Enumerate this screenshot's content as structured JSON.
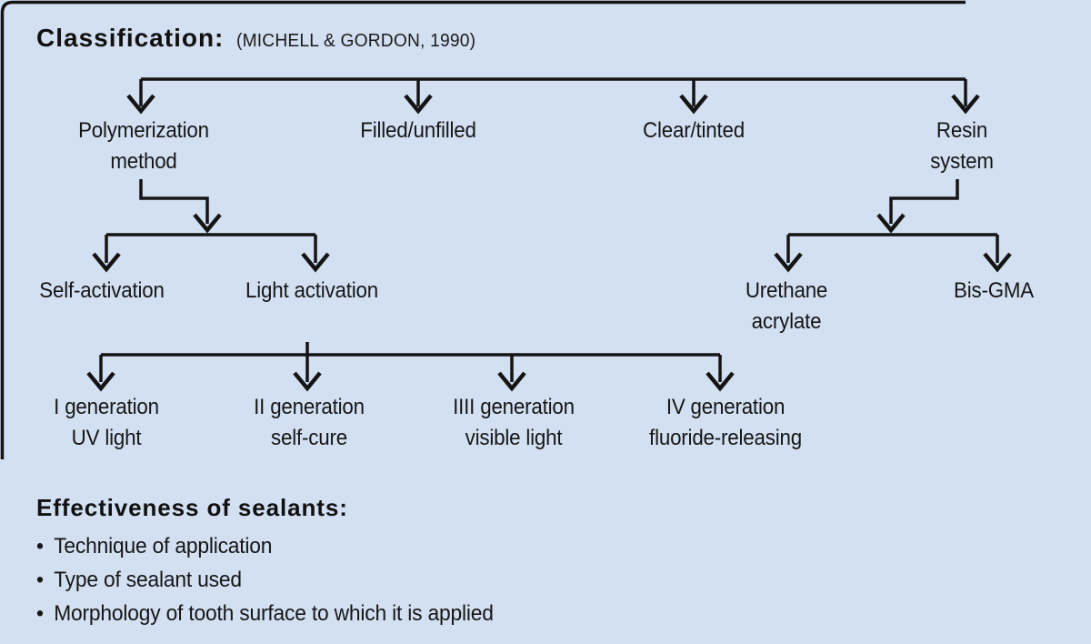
{
  "colors": {
    "background": "#d3e0f2",
    "ink": "#141414"
  },
  "title": {
    "label": "Classification:",
    "source": "(MICHELL & GORDON, 1990)"
  },
  "tree": {
    "level1": [
      {
        "label": "Polymerization\nmethod"
      },
      {
        "label": "Filled/unfilled"
      },
      {
        "label": "Clear/tinted"
      },
      {
        "label": "Resin\nsystem"
      }
    ],
    "polymerization_children": [
      {
        "label": "Self-activation"
      },
      {
        "label": "Light activation"
      }
    ],
    "resin_children": [
      {
        "label": "Urethane\nacrylate"
      },
      {
        "label": "Bis-GMA"
      }
    ],
    "light_activation_children": [
      {
        "label": "I generation\nUV light"
      },
      {
        "label": "II generation\nself-cure"
      },
      {
        "label": "IIII generation\nvisible light"
      },
      {
        "label": "IV generation\nfluoride-releasing"
      }
    ]
  },
  "effectiveness": {
    "heading": "Effectiveness of sealants:",
    "bullet": "•",
    "items": [
      "Technique of application",
      "Type of sealant used",
      "Morphology of tooth surface to which it is applied"
    ]
  }
}
